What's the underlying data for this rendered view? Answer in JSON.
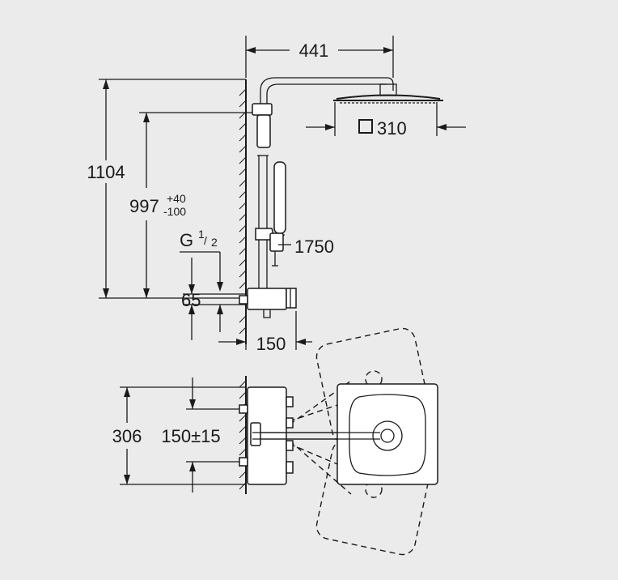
{
  "dimensions": {
    "head_projection": "441",
    "head_size_symbol": "□",
    "head_size": "310",
    "total_height": "1104",
    "outlet_height": "997",
    "outlet_height_tol_plus": "+40",
    "outlet_height_tol_minus": "-100",
    "thread_prefix": "G",
    "thread_num": "1",
    "thread_den": "2",
    "hose_length": "1750",
    "inlet_offset": "65",
    "body_depth": "150",
    "top_width": "306",
    "inlet_centers": "150±15"
  }
}
